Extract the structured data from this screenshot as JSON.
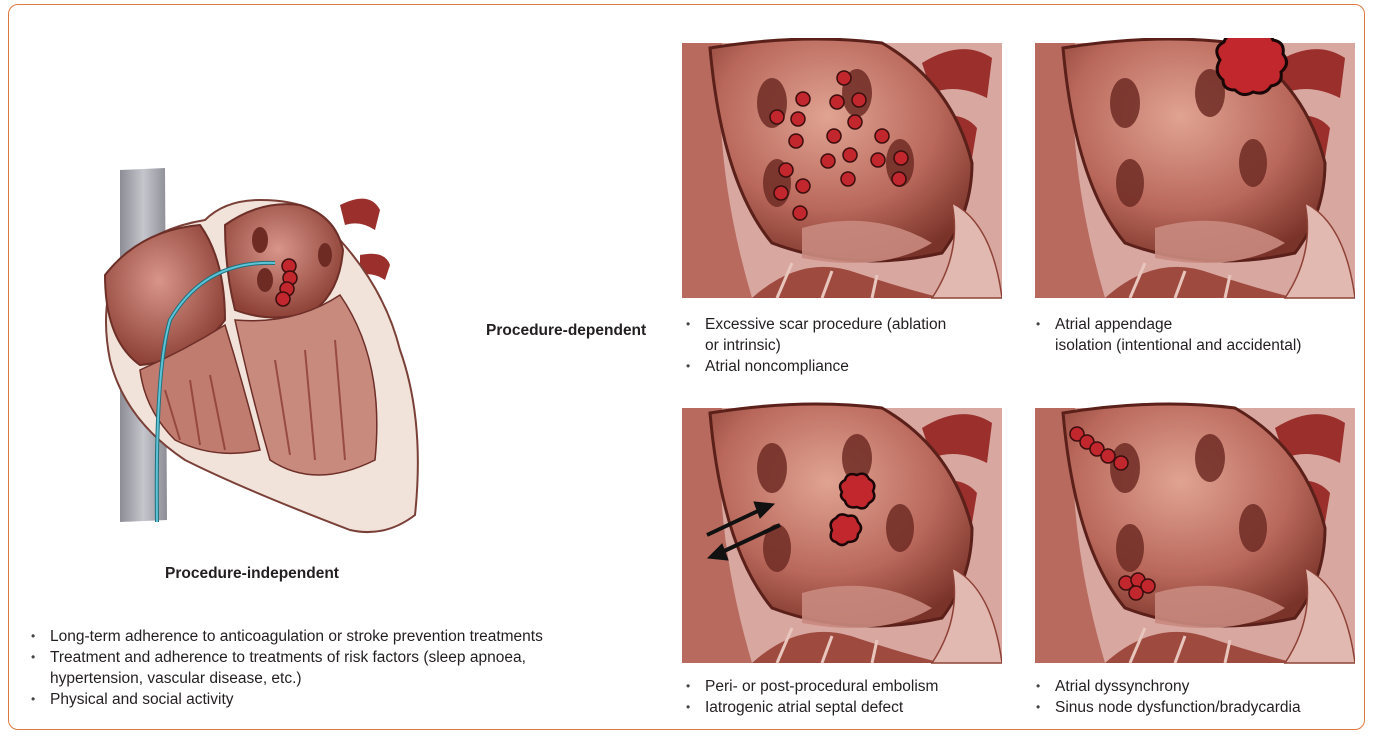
{
  "labels": {
    "procedure_independent": "Procedure-independent",
    "procedure_dependent": "Procedure-dependent"
  },
  "panels": {
    "main": {
      "icon": "whole-heart-with-pacing-lead-illustration",
      "caption": [
        "Long-term adherence to anticoagulation or stroke prevention treatments",
        "Treatment and adherence to treatments of risk factors (sleep apnoea,",
        "hypertension, vascular disease, etc.)",
        "Physical and social activity"
      ]
    },
    "scar": {
      "icon": "left-atrium-scar-dots-illustration",
      "caption": [
        "Excessive scar procedure (ablation",
        "or intrinsic)",
        "Atrial noncompliance"
      ]
    },
    "appendage": {
      "icon": "left-atrium-appendage-isolation-illustration",
      "caption": [
        "Atrial appendage",
        "isolation (intentional and accidental)"
      ]
    },
    "embolism": {
      "icon": "left-atrium-embolism-septal-defect-illustration",
      "caption": [
        "Peri- or post-procedural embolism",
        "Iatrogenic atrial septal defect"
      ]
    },
    "dyssynchrony": {
      "icon": "left-atrium-dyssynchrony-illustration",
      "caption": [
        "Atrial dyssynchrony",
        "Sinus node dysfunction/bradycardia"
      ]
    }
  },
  "colors": {
    "border": "#e07a3f",
    "tissue": "#b86a5e",
    "tissue_dark": "#7e3a31",
    "lesion": "#c1272d",
    "lead": "#3aa6b9",
    "vessel": "#a9a9b3"
  }
}
